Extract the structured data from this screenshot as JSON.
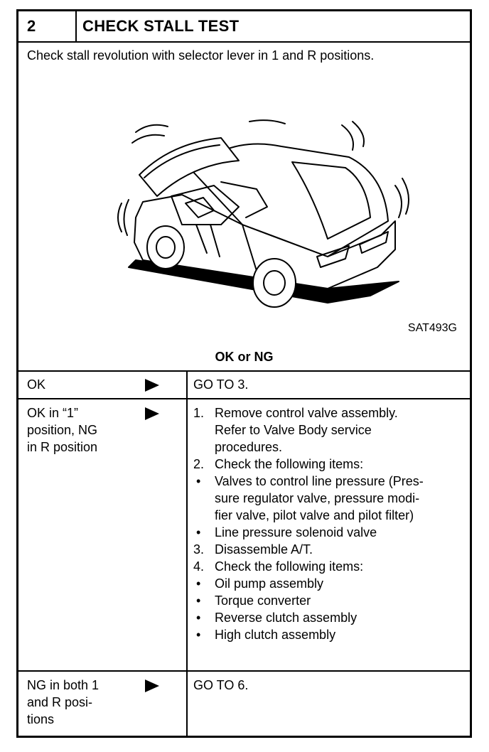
{
  "header": {
    "number": "2",
    "title": "CHECK STALL TEST"
  },
  "intro": "Check stall revolution with selector lever in 1 and R positions.",
  "figure": {
    "code": "SAT493G",
    "icon": "car-stall-test-illustration"
  },
  "result_label": "OK or NG",
  "rows": [
    {
      "condition_lines": [
        "OK"
      ],
      "action": "GO TO 3."
    },
    {
      "condition_lines": [
        "OK in “1”",
        "position, NG",
        "in R position"
      ],
      "steps": [
        {
          "num": "1.",
          "lines": [
            "Remove control valve assembly.",
            "Refer to  Valve Body service",
            "procedures."
          ]
        },
        {
          "num": "2.",
          "lines": [
            "Check the following items:"
          ]
        }
      ],
      "bullets_a": [
        {
          "lines": [
            "Valves to control line pressure (Pres-",
            "sure regulator valve, pressure modi-",
            "fier valve, pilot valve and pilot filter)"
          ]
        },
        {
          "lines": [
            "Line pressure solenoid valve"
          ]
        }
      ],
      "steps_b": [
        {
          "num": "3.",
          "lines": [
            "Disassemble A/T."
          ]
        },
        {
          "num": "4.",
          "lines": [
            "Check the following items:"
          ]
        }
      ],
      "bullets_b": [
        {
          "lines": [
            "Oil pump assembly"
          ]
        },
        {
          "lines": [
            "Torque converter"
          ]
        },
        {
          "lines": [
            "Reverse clutch assembly"
          ]
        },
        {
          "lines": [
            "High clutch assembly"
          ]
        }
      ],
      "bullet_glyph": "•"
    },
    {
      "condition_lines": [
        "NG in both 1",
        "and R posi-",
        "tions"
      ],
      "action": "GO TO 6."
    }
  ]
}
